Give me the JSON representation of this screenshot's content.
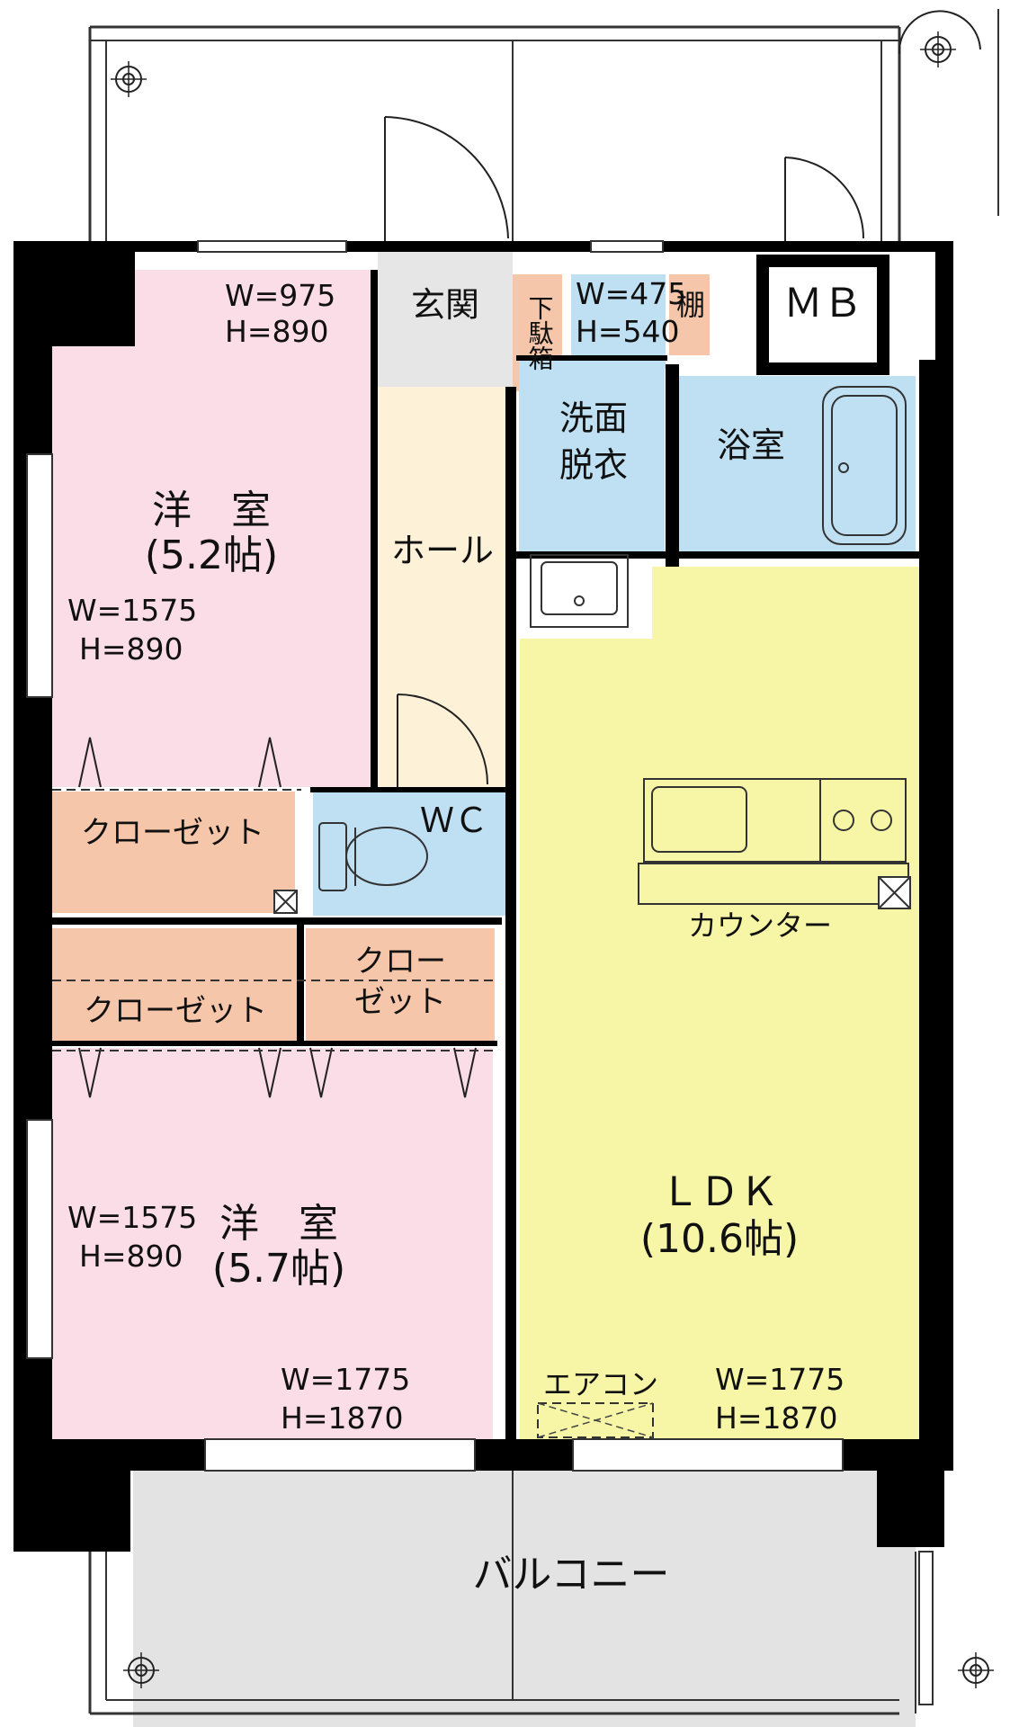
{
  "colors": {
    "western_room": "#fbdde7",
    "closet": "#f6c6aa",
    "hall": "#fdf1d8",
    "wet_area": "#bfe0f3",
    "ldk": "#f7f6a6",
    "entrance": "#e6e6e6",
    "balcony": "#e3e3e3",
    "wall": "#000000"
  },
  "rooms": {
    "bedroom1": {
      "name": "洋　室",
      "size": "(5.2帖)",
      "win_top_w": "W=975",
      "win_top_h": "H=890",
      "win_left_w": "W=1575",
      "win_left_h": "H=890"
    },
    "bedroom2": {
      "name": "洋　室",
      "size": "(5.7帖)",
      "win_left_w": "W=1575",
      "win_left_h": "H=890",
      "win_bottom_w": "W=1775",
      "win_bottom_h": "H=1870"
    },
    "entrance": {
      "name": "玄関"
    },
    "shoe_box": {
      "name": "下駄箱"
    },
    "shelf": {
      "name": "棚"
    },
    "wash_window": {
      "w": "W=475",
      "h": "H=540"
    },
    "mb": {
      "name": "ＭＢ"
    },
    "washroom": {
      "line1": "洗面",
      "line2": "脱衣"
    },
    "bath": {
      "name": "浴室"
    },
    "hall": {
      "name": "ホール"
    },
    "wc": {
      "name": "ＷＣ"
    },
    "closet1": {
      "name": "クローゼット"
    },
    "closet2": {
      "name": "クローゼット"
    },
    "closet3": {
      "line1": "クロー",
      "line2": "ゼット"
    },
    "ldk": {
      "name": "ＬＤＫ",
      "size": "(10.6帖)",
      "win_w": "W=1775",
      "win_h": "H=1870"
    },
    "counter": {
      "name": "カウンター"
    },
    "aircon": {
      "name": "エアコン"
    },
    "balcony": {
      "name": "バルコニー"
    }
  }
}
